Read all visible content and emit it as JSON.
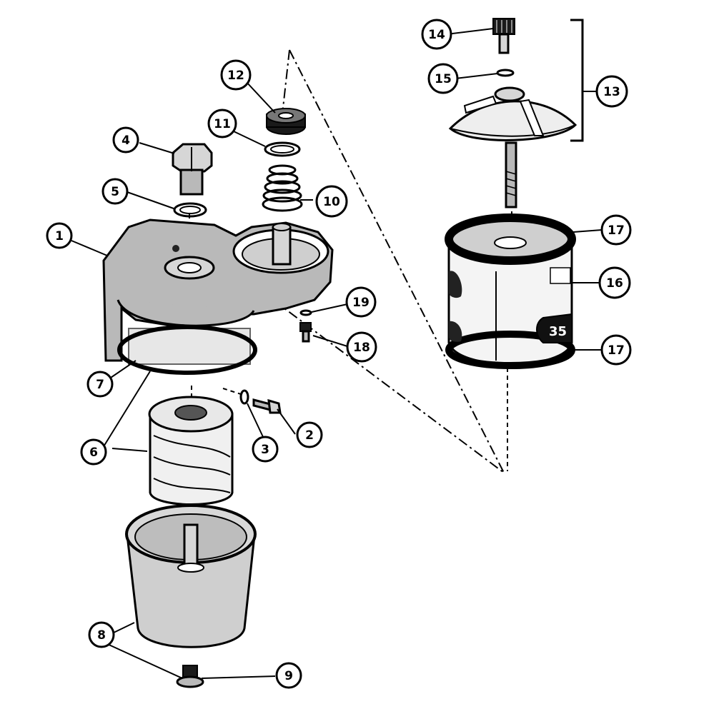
{
  "callouts": [
    {
      "id": "c1",
      "label": "1"
    },
    {
      "id": "c2",
      "label": "2"
    },
    {
      "id": "c3",
      "label": "3"
    },
    {
      "id": "c4",
      "label": "4"
    },
    {
      "id": "c5",
      "label": "5"
    },
    {
      "id": "c6",
      "label": "6"
    },
    {
      "id": "c7",
      "label": "7"
    },
    {
      "id": "c8",
      "label": "8"
    },
    {
      "id": "c9",
      "label": "9"
    },
    {
      "id": "c10",
      "label": "10"
    },
    {
      "id": "c11",
      "label": "11"
    },
    {
      "id": "c12",
      "label": "12"
    },
    {
      "id": "c13",
      "label": "13"
    },
    {
      "id": "c14",
      "label": "14"
    },
    {
      "id": "c15",
      "label": "15"
    },
    {
      "id": "c16",
      "label": "16"
    },
    {
      "id": "c17a",
      "label": "17"
    },
    {
      "id": "c17b",
      "label": "17"
    },
    {
      "id": "c18",
      "label": "18"
    },
    {
      "id": "c19",
      "label": "19"
    }
  ],
  "element_text": {
    "element_number": "35"
  }
}
